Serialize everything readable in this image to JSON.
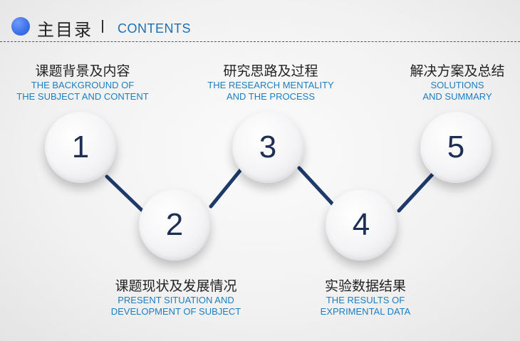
{
  "header": {
    "title_cn": "主目录",
    "title_en": "CONTENTS"
  },
  "colors": {
    "accent_blue": "#3b6fe6",
    "english_text": "#1a7ec2",
    "connector": "#1d3a6a",
    "number": "#1d2f52"
  },
  "items": [
    {
      "number": "1",
      "title_cn": "课题背景及内容",
      "title_en_1": "THE BACKGROUND OF",
      "title_en_2": "THE SUBJECT AND CONTENT"
    },
    {
      "number": "2",
      "title_cn": "课题现状及发展情况",
      "title_en_1": "PRESENT SITUATION AND",
      "title_en_2": "DEVELOPMENT OF SUBJECT"
    },
    {
      "number": "3",
      "title_cn": "研究思路及过程",
      "title_en_1": "THE RESEARCH MENTALITY",
      "title_en_2": "AND THE PROCESS"
    },
    {
      "number": "4",
      "title_cn": "实验数据结果",
      "title_en_1": "THE RESULTS OF",
      "title_en_2": "EXPRIMENTAL DATA"
    },
    {
      "number": "5",
      "title_cn": "解决方案及总结",
      "title_en_1": "SOLUTIONS",
      "title_en_2": "AND SUMMARY"
    }
  ]
}
